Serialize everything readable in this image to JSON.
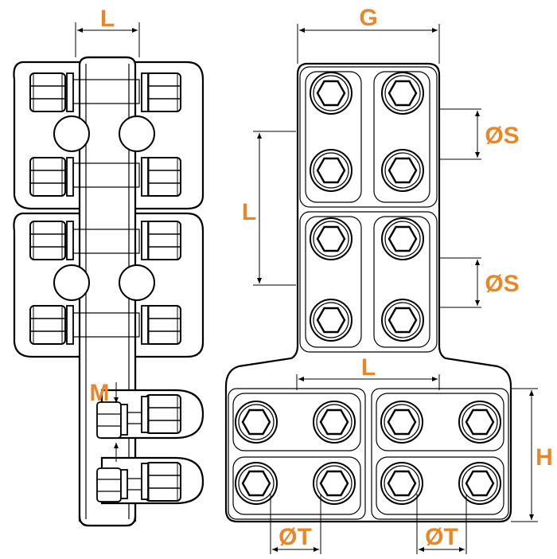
{
  "colors": {
    "label": "#e8862a",
    "line": "#000000",
    "background": "#ffffff"
  },
  "labels": {
    "side_L": "L",
    "side_M": "M",
    "top_G": "G",
    "top_L": "L",
    "top_S1": "ØS",
    "top_S2": "ØS",
    "bottom_L": "L",
    "bottom_H": "H",
    "bottom_T1": "ØT",
    "bottom_T2": "ØT"
  }
}
